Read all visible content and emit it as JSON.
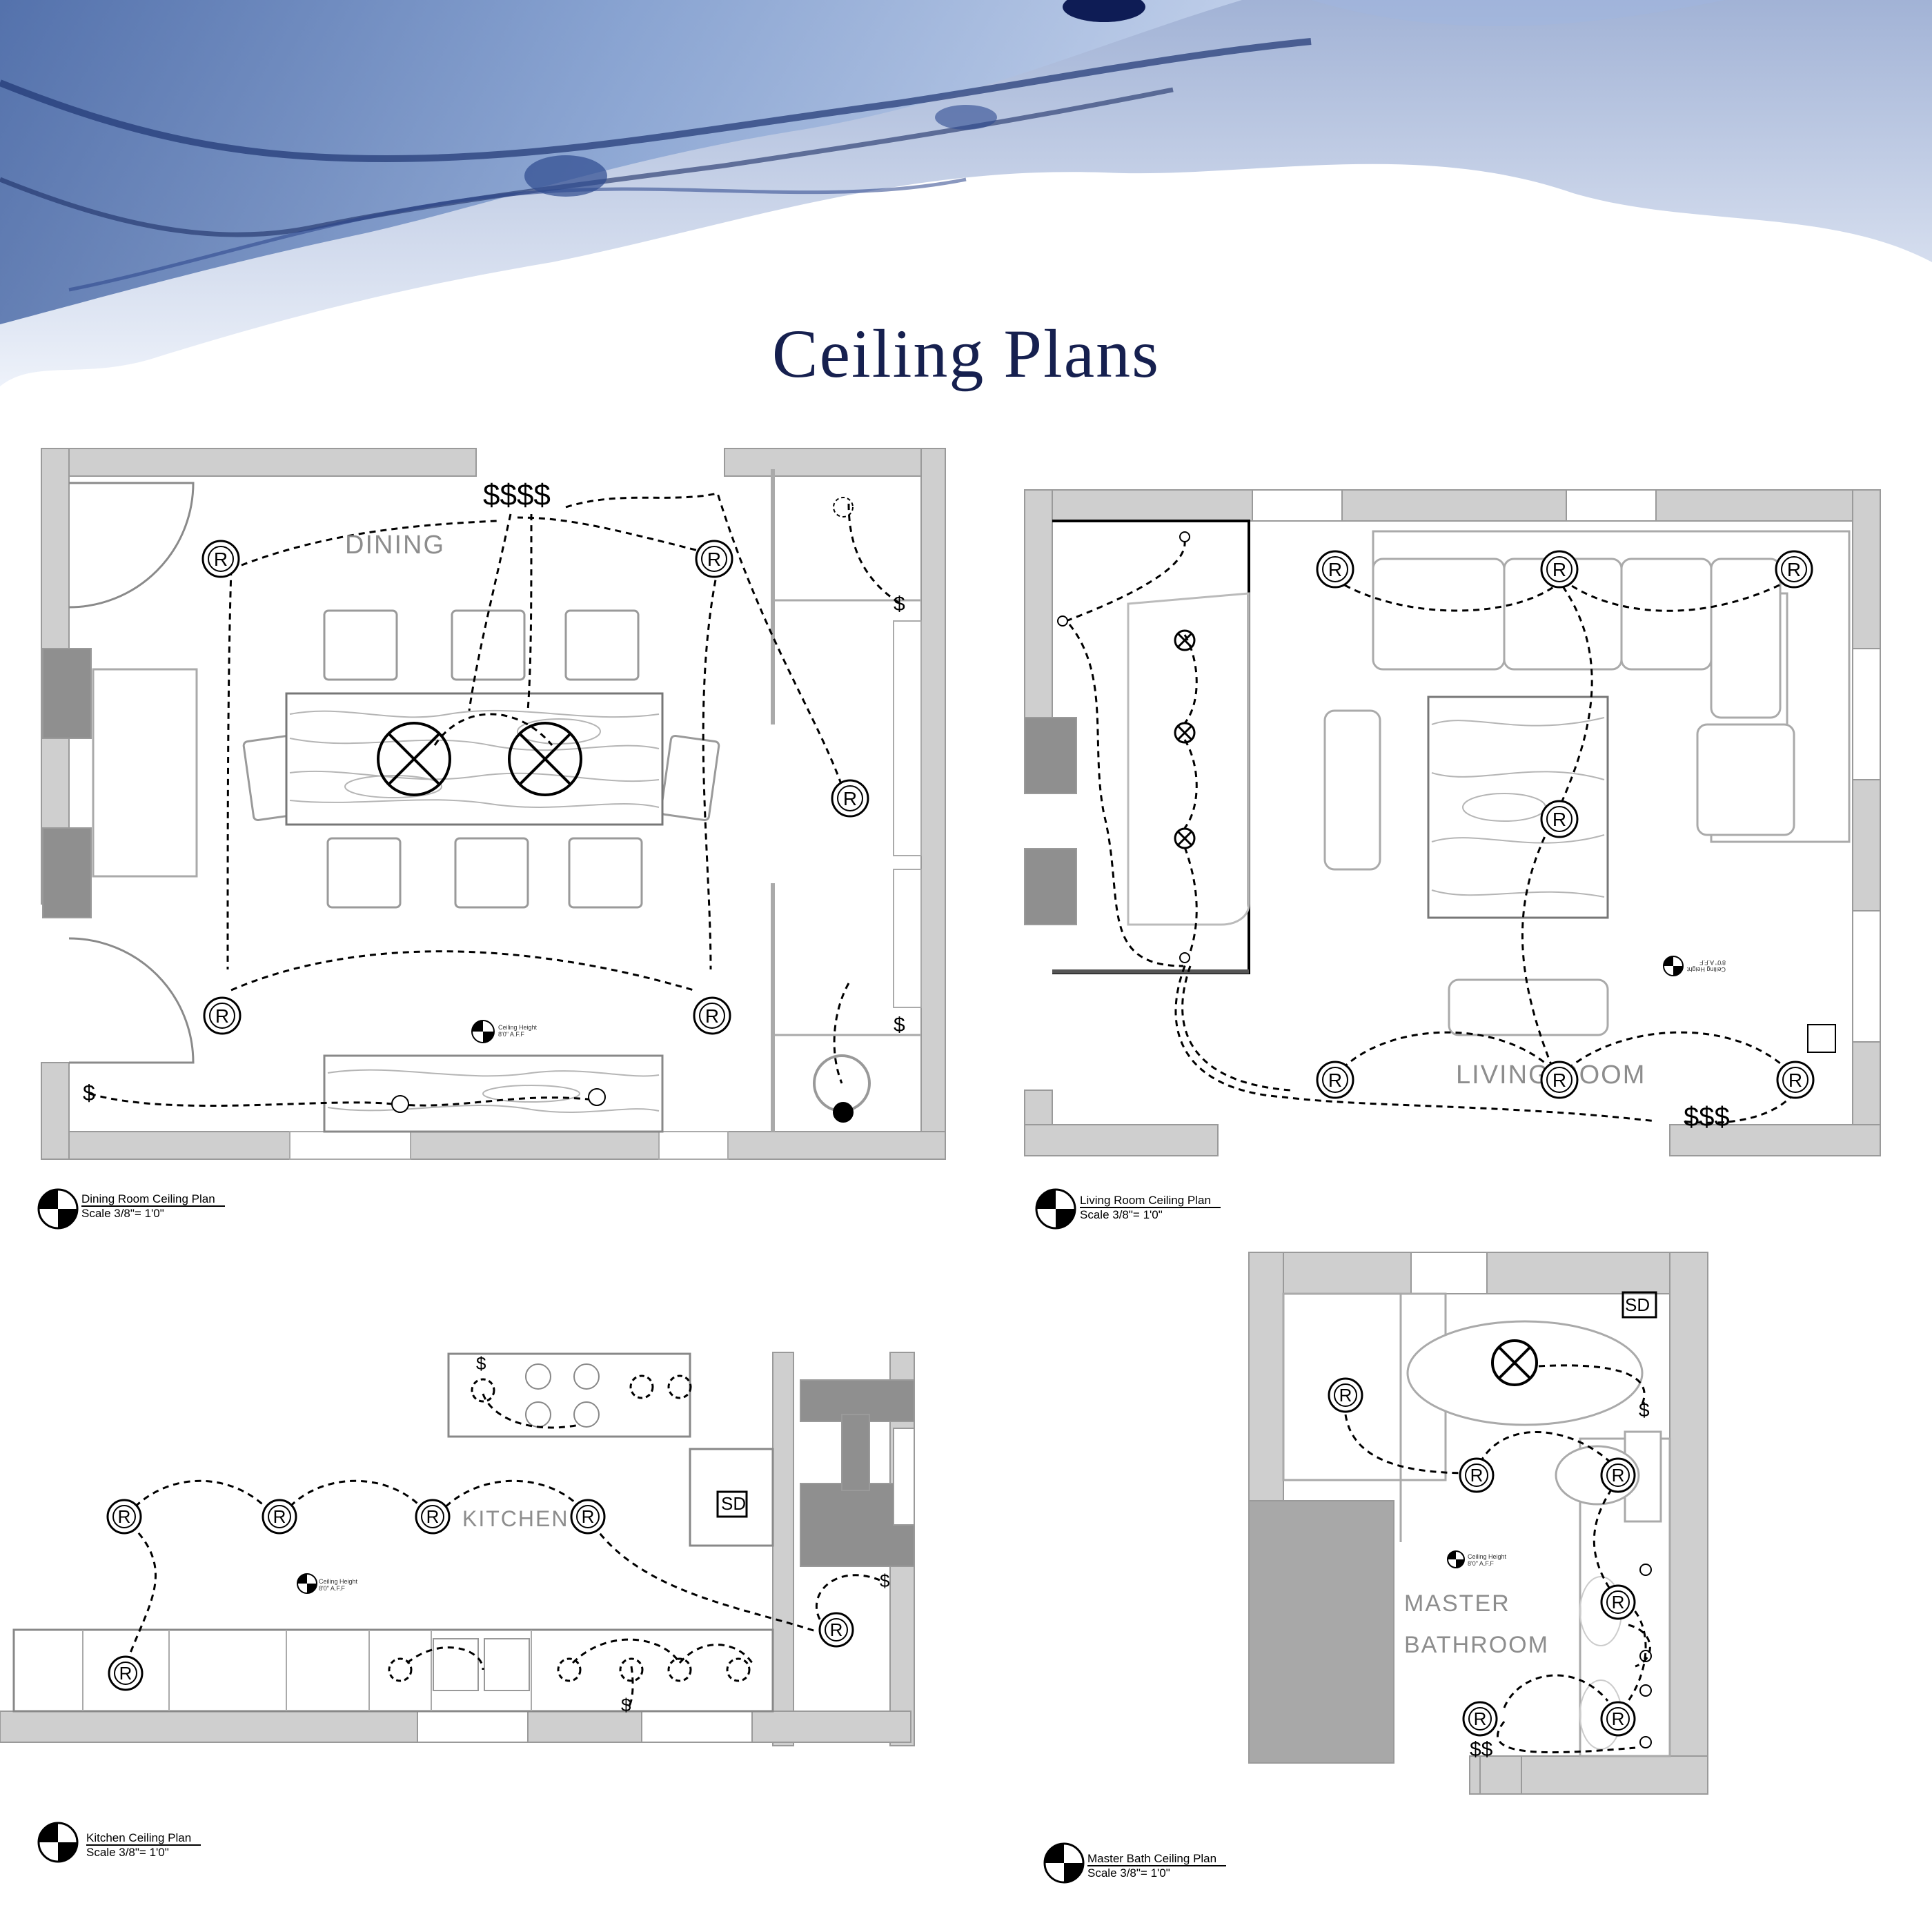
{
  "page": {
    "title": "Ceiling Plans",
    "colors": {
      "title": "#16204f",
      "accent_blue": "#3b5fa8",
      "wall_gray": "#cfcfcf",
      "wiring": "#000000"
    }
  },
  "symbols": {
    "recessed": "R",
    "switch_single": "$",
    "switch_double": "$$",
    "switch_triple": "$$$",
    "switch_quad": "$$$$",
    "smoke_detector": "SD"
  },
  "plans": {
    "dining": {
      "label": "Dining Room Ceiling Plan",
      "scale": "Scale 3/8\"= 1'0\"",
      "room_name": "DINING",
      "ceiling_height_label": "Ceiling Height",
      "ceiling_height_value": "8'0\" A.F.F"
    },
    "living": {
      "label": "Living Room Ceiling Plan",
      "scale": "Scale 3/8\"= 1'0\"",
      "room_name": "LIVING ROOM",
      "ceiling_height_label": "Ceiling Height",
      "ceiling_height_value": "8'0\" A.F.F"
    },
    "kitchen": {
      "label": "Kitchen Ceiling Plan",
      "scale": "Scale 3/8\"= 1'0\"",
      "room_name": "KITCHEN",
      "ceiling_height_label": "Ceiling Height",
      "ceiling_height_value": "8'0\" A.F.F",
      "sd": "SD"
    },
    "bath": {
      "label": "Master Bath Ceiling Plan",
      "scale": "Scale 3/8\"= 1'0\"",
      "room_name_1": "MASTER",
      "room_name_2": "BATHROOM",
      "ceiling_height_label": "Ceiling Height",
      "ceiling_height_value": "8'0\" A.F.F",
      "sd": "SD"
    }
  }
}
